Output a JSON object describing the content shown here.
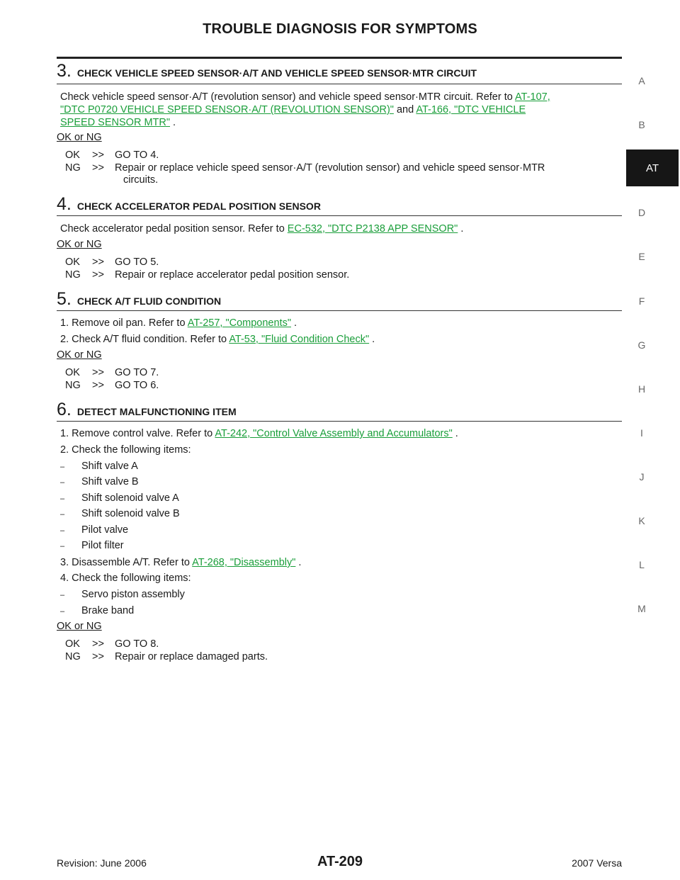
{
  "header": {
    "title": "TROUBLE DIAGNOSIS FOR SYMPTOMS"
  },
  "side_index": {
    "letters": [
      "A",
      "B",
      "D",
      "E",
      "F",
      "G",
      "H",
      "I",
      "J",
      "K",
      "L",
      "M"
    ],
    "active": "AT"
  },
  "steps": [
    {
      "num": "3.",
      "title": "CHECK VEHICLE SPEED SENSOR·A/T AND VEHICLE SPEED SENSOR·MTR CIRCUIT",
      "text_1": "Check vehicle speed sensor·A/T (revolution sensor) and vehicle speed sensor·MTR circuit. Refer to ",
      "link_1a": "AT-107,",
      "link_1b": "\"DTC P0720 VEHICLE SPEED SENSOR·A/T (REVOLUTION SENSOR)\"",
      "text_2": " and ",
      "link_2a": "AT-166, \"DTC VEHICLE",
      "link_2b": "SPEED SENSOR MTR\"",
      "text_3": " .",
      "ok_ng": "OK or NG",
      "ok_key": "OK",
      "ok_arrow": ">>",
      "ok_val": "GO TO 4.",
      "ng_key": "NG",
      "ng_arrow": ">>",
      "ng_val": "Repair or replace vehicle speed sensor·A/T (revolution sensor) and vehicle speed sensor·MTR",
      "ng_cont": "circuits."
    },
    {
      "num": "4.",
      "title": "CHECK ACCELERATOR PEDAL POSITION SENSOR",
      "text_1": "Check accelerator pedal position sensor. Refer to ",
      "link_1": "EC-532, \"DTC P2138 APP SENSOR\"",
      "text_2": " .",
      "ok_ng": "OK or NG",
      "ok_key": "OK",
      "ok_arrow": ">>",
      "ok_val": "GO TO 5.",
      "ng_key": "NG",
      "ng_arrow": ">>",
      "ng_val": "Repair or replace accelerator pedal position sensor."
    },
    {
      "num": "5.",
      "title": "CHECK A/T FLUID CONDITION",
      "item_1_num": "1.",
      "item_1_text": "Remove oil pan. Refer to ",
      "item_1_link": "AT-257, \"Components\"",
      "item_1_end": " .",
      "item_2_num": "2.",
      "item_2_text": "Check A/T fluid condition. Refer to ",
      "item_2_link": "AT-53, \"Fluid Condition Check\"",
      "item_2_end": " .",
      "ok_ng": "OK or NG",
      "ok_key": "OK",
      "ok_arrow": ">>",
      "ok_val": "GO TO 7.",
      "ng_key": "NG",
      "ng_arrow": ">>",
      "ng_val": "GO TO 6."
    },
    {
      "num": "6.",
      "title": "DETECT MALFUNCTIONING ITEM",
      "item_1_num": "1.",
      "item_1_text": "Remove control valve. Refer to ",
      "item_1_link": "AT-242, \"Control Valve Assembly and Accumulators\"",
      "item_1_end": " .",
      "item_2_num": "2.",
      "item_2_text": "Check the following items:",
      "sub_a": [
        "Shift valve A",
        "Shift valve B",
        "Shift solenoid valve A",
        "Shift solenoid valve B",
        "Pilot valve",
        "Pilot filter"
      ],
      "item_3_num": "3.",
      "item_3_text": "Disassemble A/T. Refer to ",
      "item_3_link": "AT-268, \"Disassembly\"",
      "item_3_end": " .",
      "item_4_num": "4.",
      "item_4_text": "Check the following items:",
      "sub_b": [
        "Servo piston assembly",
        "Brake band"
      ],
      "ok_ng": "OK or NG",
      "ok_key": "OK",
      "ok_arrow": ">>",
      "ok_val": "GO TO 8.",
      "ng_key": "NG",
      "ng_arrow": ">>",
      "ng_val": "Repair or replace damaged parts."
    }
  ],
  "dash_glyph": "–",
  "footer": {
    "revision": "Revision: June 2006",
    "page": "AT-209",
    "model": "2007 Versa"
  }
}
